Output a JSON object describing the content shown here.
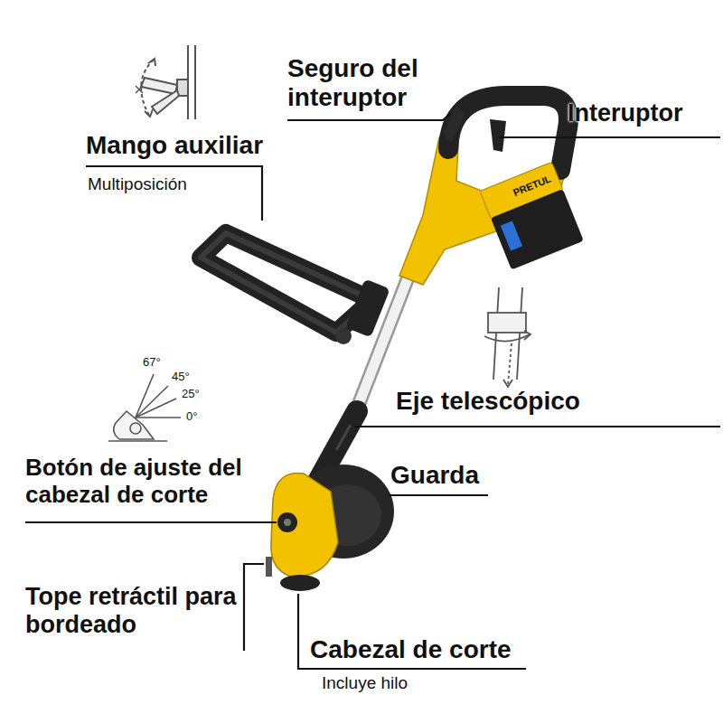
{
  "diagram": {
    "labels": [
      "Seguro del interuptor",
      "Interuptor",
      "Mango auxiliar",
      "Multiposición",
      "67°",
      "45°",
      "25°",
      "0°",
      "Eje telescópico",
      "Botón de ajuste del cabezal de corte",
      "Guarda",
      "Tope retráctil para bordeado",
      "Cabezal de corte",
      "Incluye hilo",
      "PRETUL"
    ]
  }
}
